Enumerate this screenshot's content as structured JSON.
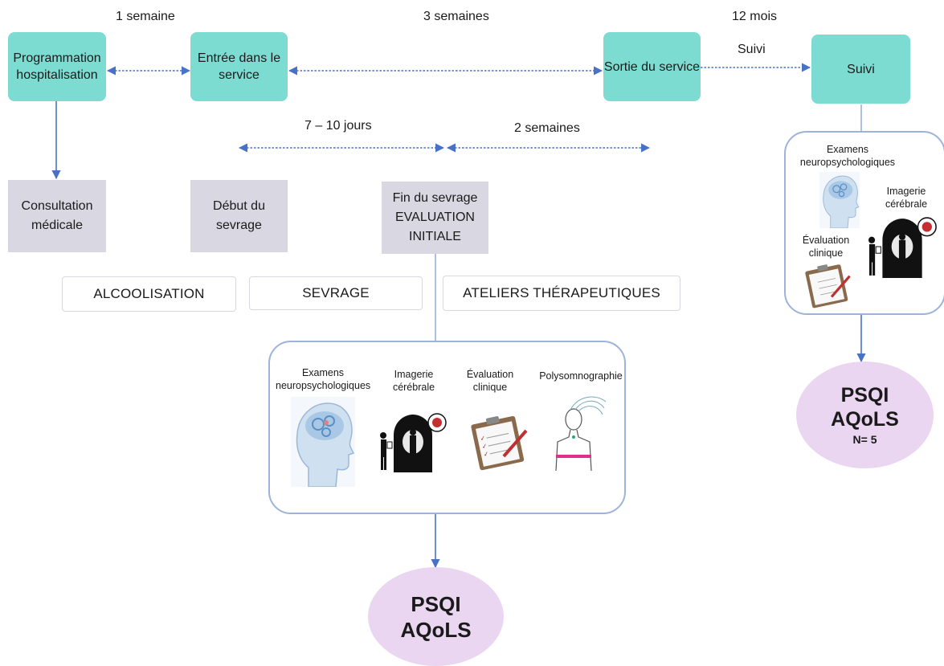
{
  "durations": {
    "d1": "1 semaine",
    "d2": "3 semaines",
    "d3": "12 mois",
    "d4": "Suivi",
    "d5": "7 – 10 jours",
    "d6": "2 semaines"
  },
  "steps": {
    "programmation": "Programmation hospitalisation",
    "entree": "Entrée dans le service",
    "sortie": "Sortie du service",
    "suivi": "Suivi"
  },
  "events": {
    "consultation": "Consultation médicale",
    "debut": "Début du sevrage",
    "fin": "Fin du sevrage EVALUATION INITIALE"
  },
  "phases": {
    "alcoolisation": "ALCOOLISATION",
    "sevrage": "SEVRAGE",
    "ateliers": "ATELIERS THÉRAPEUTIQUES"
  },
  "evaluation": {
    "neuro": "Examens neuropsychologiques",
    "imagerie": "Imagerie cérébrale",
    "clinique": "Évaluation clinique",
    "polysomno": "Polysomnographie"
  },
  "suivi_eval": {
    "neuro": "Examens neuropsychologiques",
    "imagerie": "Imagerie cérébrale",
    "clinique": "Évaluation clinique"
  },
  "outcomes": {
    "initial": {
      "line1": "PSQI",
      "line2": "AQoLS"
    },
    "suivi": {
      "line1": "PSQI",
      "line2": "AQoLS",
      "n": "N= 5"
    }
  },
  "colors": {
    "teal": "#7ddcd2",
    "grey": "#d9d8e2",
    "lavender": "#ead6f0",
    "arrow": "#4a72c4",
    "panel_border": "#9db3db"
  }
}
